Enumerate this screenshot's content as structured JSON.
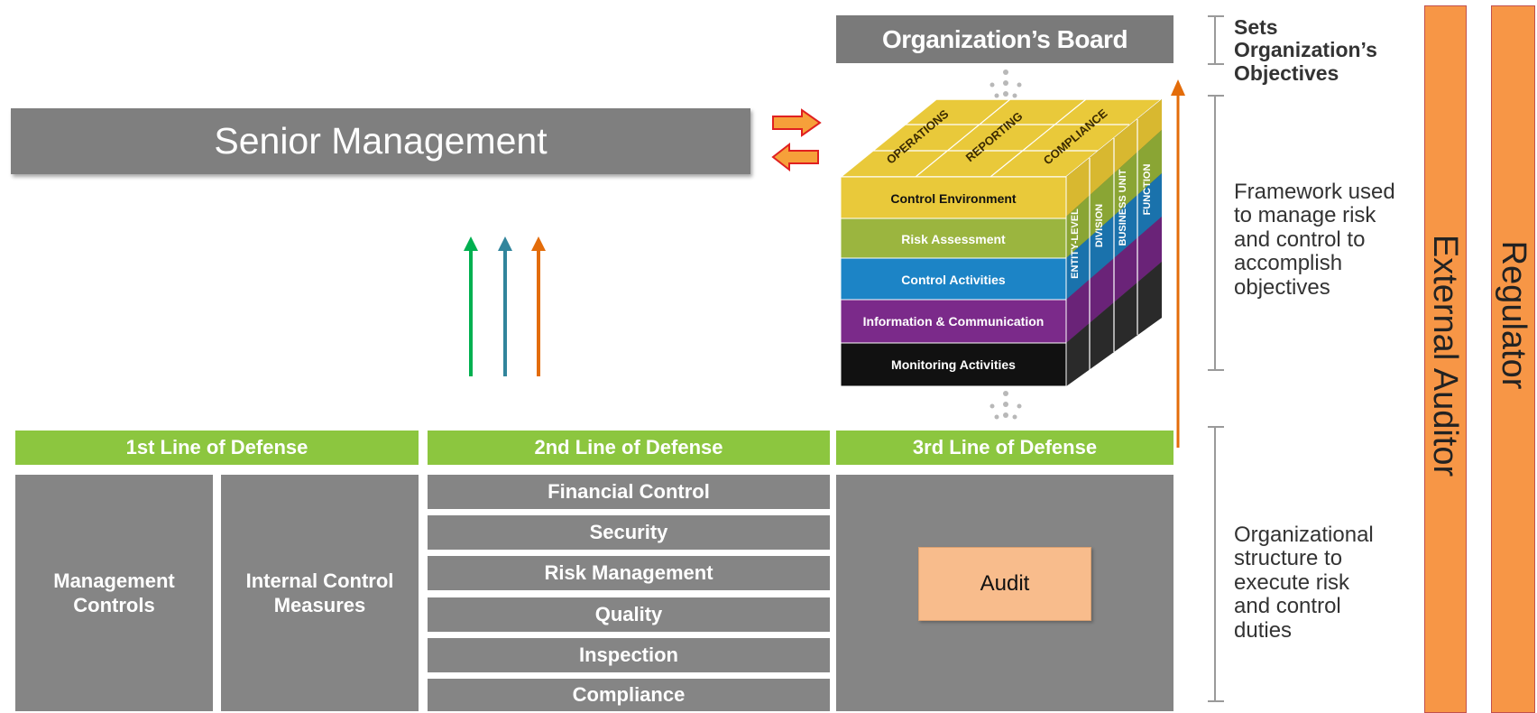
{
  "senior_management": "Senior Management",
  "board": "Organization’s Board",
  "cube": {
    "top_faces": [
      "OPERATIONS",
      "REPORTING",
      "COMPLIANCE"
    ],
    "rows": [
      "Control Environment",
      "Risk Assessment",
      "Control Activities",
      "Information & Communication",
      "Monitoring Activities"
    ],
    "side_faces": [
      "ENTITY-LEVEL",
      "DIVISION",
      "BUSINESS UNIT",
      "FUNCTION"
    ],
    "row_colors": [
      "#e9c93a",
      "#9bb53f",
      "#1c84c6",
      "#7b2a8a",
      "#111111"
    ]
  },
  "defense": {
    "line1": "1st Line of Defense",
    "line2": "2nd Line of Defense",
    "line3": "3rd Line of Defense",
    "line1_cells": [
      "Management Controls",
      "Internal Control Measures"
    ],
    "line2_items": [
      "Financial Control",
      "Security",
      "Risk Management",
      "Quality",
      "Inspection",
      "Compliance"
    ],
    "line3_box": "Audit"
  },
  "side_notes": {
    "objectives": "Sets Organization’s Objectives",
    "framework": "Framework used to manage risk and control to accomplish objectives",
    "structure": "Organizational structure to execute risk and control duties"
  },
  "vertical_bars": {
    "external_auditor": "External Auditor",
    "regulator": "Regulator"
  },
  "arrow_colors": {
    "green": "#00b050",
    "teal": "#31859c",
    "orange": "#e36c0a"
  }
}
